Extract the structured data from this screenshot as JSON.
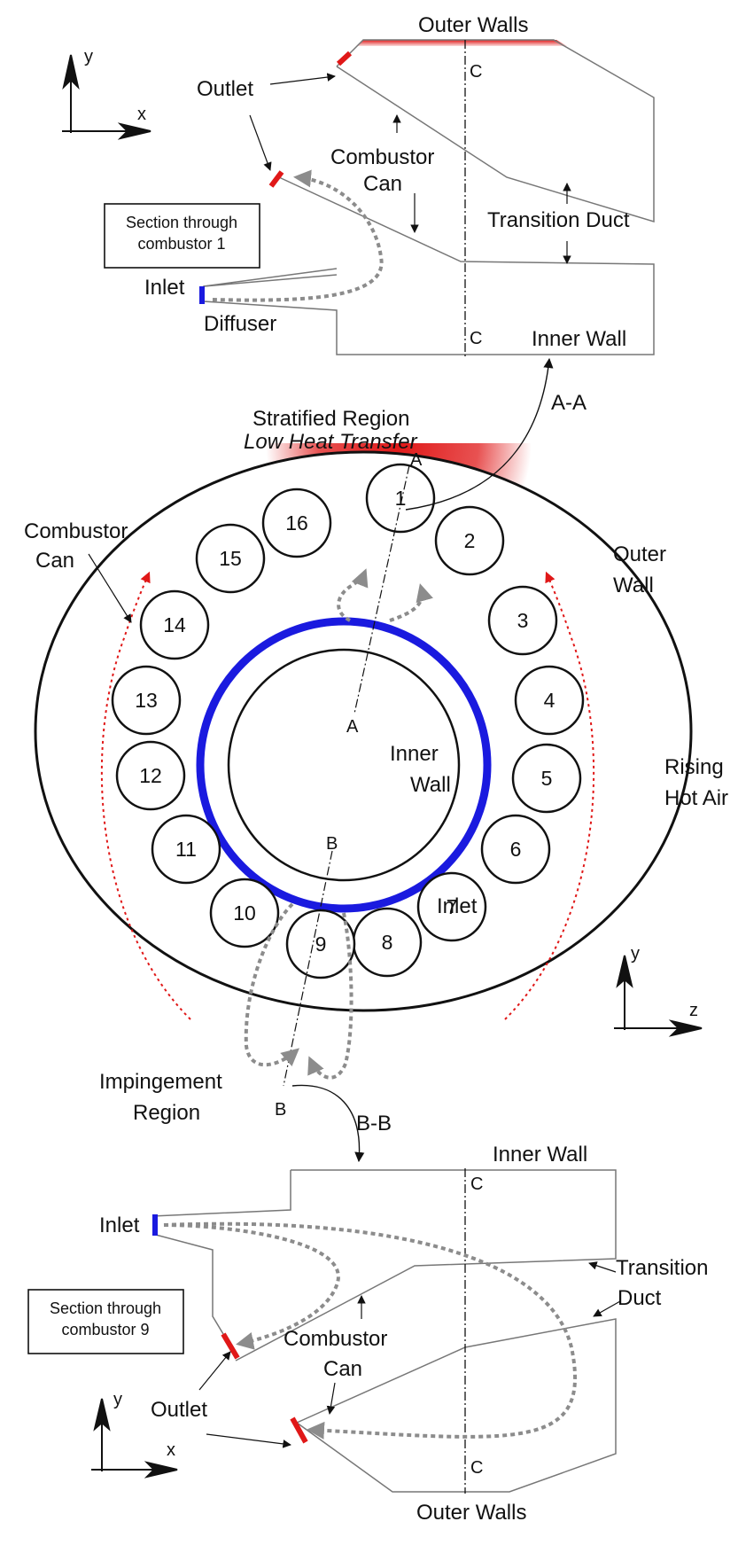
{
  "colors": {
    "hot": "#e01818",
    "cold": "#1a1adf",
    "flow": "#8c8c8c",
    "line": "#111111",
    "duct": "#777777"
  },
  "top_section": {
    "outer_walls": "Outer Walls",
    "outlet": "Outlet",
    "combustor_can_line1": "Combustor",
    "combustor_can_line2": "Can",
    "transition_duct": "Transition Duct",
    "inlet": "Inlet",
    "diffuser": "Diffuser",
    "inner_wall": "Inner Wall",
    "c_top": "C",
    "c_bottom": "C",
    "box_line1": "Section through",
    "box_line2": "combustor 1",
    "axis_x": "x",
    "axis_y": "y"
  },
  "ring": {
    "stratified_line1": "Stratified Region",
    "stratified_line2": "Low Heat Transfer",
    "section_a_top": "A",
    "section_a_center": "A",
    "section_b_center": "B",
    "section_b_bottom": "B",
    "view_aa": "A-A",
    "view_bb": "B-B",
    "combustor_can_line1": "Combustor",
    "combustor_can_line2": "Can",
    "outer_wall_line1": "Outer",
    "outer_wall_line2": "Wall",
    "rising_line1": "Rising",
    "rising_line2": "Hot Air",
    "inner_wall_line1": "Inner",
    "inner_wall_line2": "Wall",
    "inlet": "Inlet",
    "impingement_line1": "Impingement",
    "impingement_line2": "Region",
    "axis_z": "z",
    "axis_y": "y",
    "cans": [
      "1",
      "2",
      "3",
      "4",
      "5",
      "6",
      "7",
      "8",
      "9",
      "10",
      "11",
      "12",
      "13",
      "14",
      "15",
      "16"
    ]
  },
  "bottom_section": {
    "inner_wall": "Inner Wall",
    "inlet": "Inlet",
    "transition_line1": "Transition",
    "transition_line2": "Duct",
    "combustor_can_line1": "Combustor",
    "combustor_can_line2": "Can",
    "outlet": "Outlet",
    "outer_walls": "Outer Walls",
    "c_top": "C",
    "c_bottom": "C",
    "box_line1": "Section through",
    "box_line2": "combustor 9",
    "axis_x": "x",
    "axis_y": "y"
  }
}
